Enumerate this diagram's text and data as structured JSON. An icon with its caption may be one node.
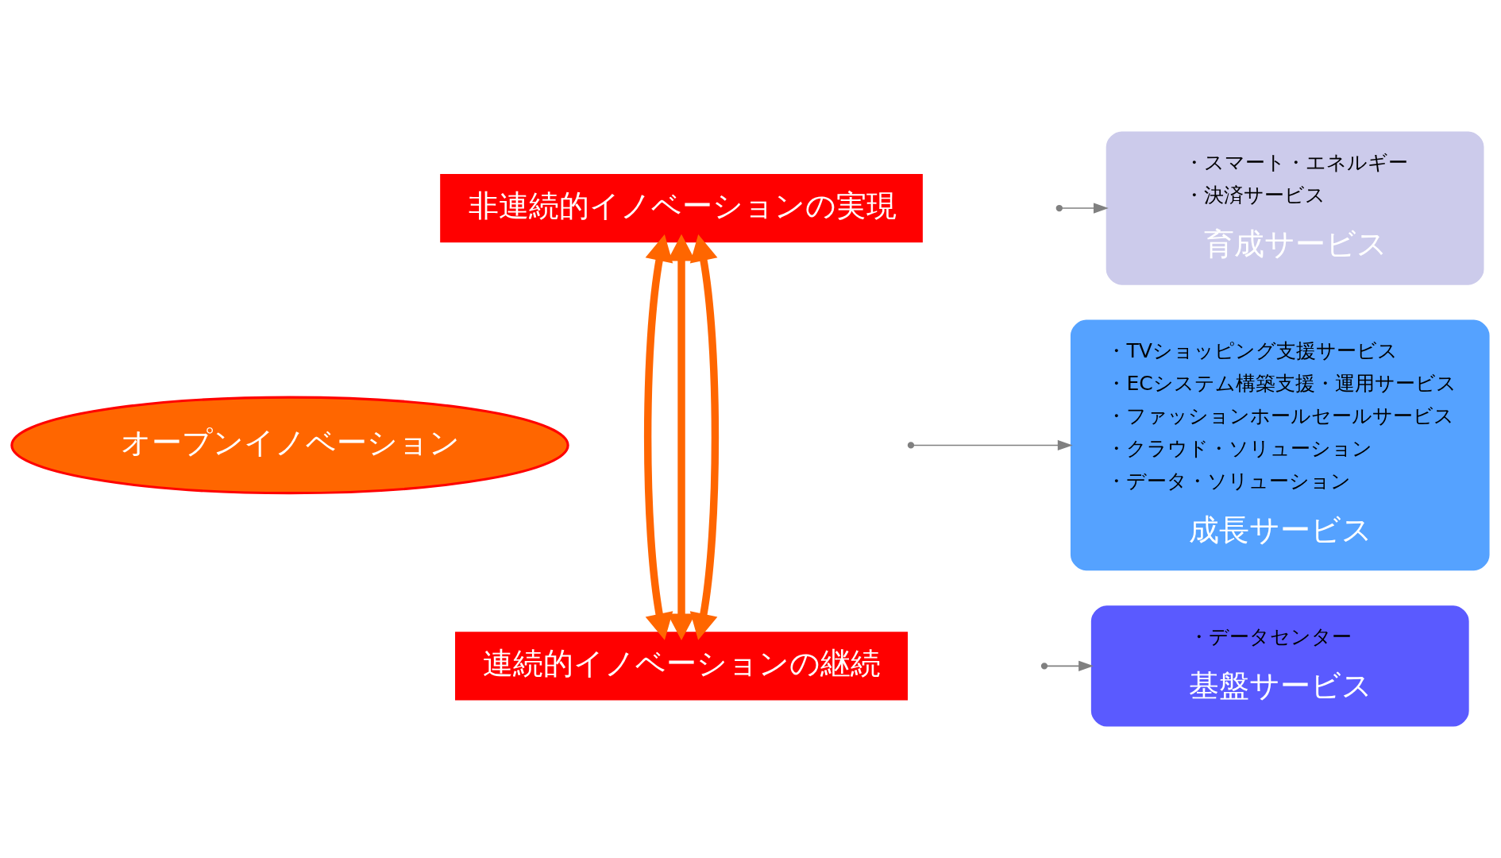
{
  "diagram": {
    "nodes": [
      {
        "text": [
          "非連続的イノベーションの実現"
        ]
      },
      {
        "text": [
          "オープンイノベーション"
        ]
      },
      {
        "text": [
          "連続的イノベーションの継続"
        ]
      },
      {
        "text": [
          "・スマート・エネルギー",
          "・決済サービス",
          "育成サービス"
        ]
      },
      {
        "text": [
          "・TVショッピング支援サービス",
          "・ECシステム構築支援・運用サービス",
          "・ファッションホールセールサービス",
          "・クラウド・ソリューション",
          "・データ・ソリューション",
          "成長サービス"
        ]
      },
      {
        "text": [
          "・データセンター",
          "基盤サービス"
        ]
      }
    ],
    "edges": [
      {
        "from": 0,
        "to": 2,
        "arrow": "both",
        "style": "thick",
        "color": "#ff6600"
      },
      {
        "from": 0,
        "to": 2,
        "arrow": "both",
        "style": "thick",
        "color": "#ff6600"
      },
      {
        "from": 0,
        "to": 2,
        "arrow": "both",
        "style": "thick",
        "color": "#ff6600"
      },
      {
        "from": null,
        "to": 3,
        "arrow": "to",
        "color": "#808080"
      },
      {
        "from": null,
        "to": 4,
        "arrow": "to",
        "color": "#808080"
      },
      {
        "from": null,
        "to": 5,
        "arrow": "to",
        "color": "#808080"
      }
    ]
  }
}
